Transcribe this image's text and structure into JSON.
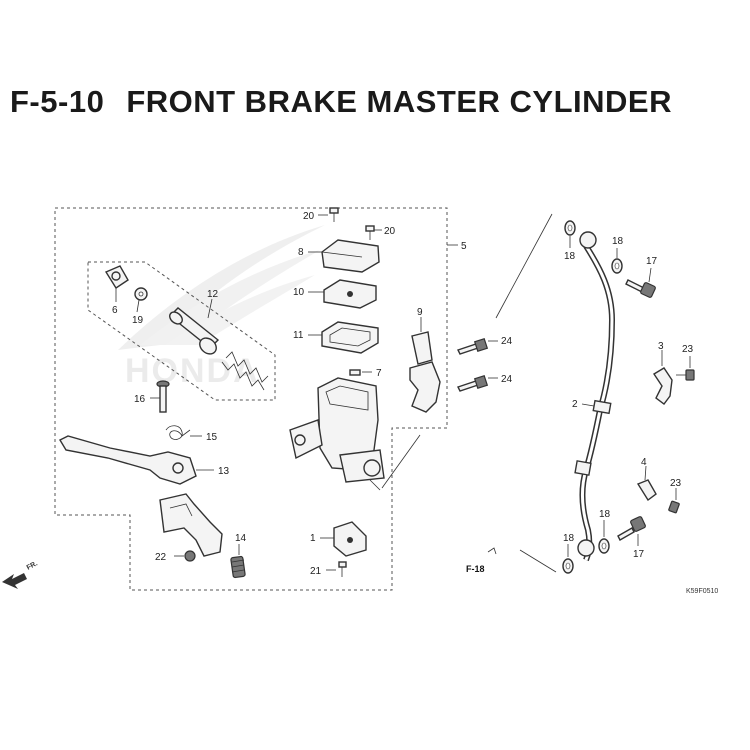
{
  "diagram": {
    "code": "F-5-10",
    "title": "FRONT BRAKE MASTER CYLINDER",
    "watermark": "HONDA",
    "reference": "F-18",
    "direction_label": "FR.",
    "drawing_number": "K59F0510"
  },
  "callouts": {
    "c1": "1",
    "c2": "2",
    "c3": "3",
    "c4": "4",
    "c5": "5",
    "c6": "6",
    "c7": "7",
    "c8": "8",
    "c9": "9",
    "c10": "10",
    "c11": "11",
    "c12": "12",
    "c13": "13",
    "c14": "14",
    "c15": "15",
    "c16": "16",
    "c17a": "17",
    "c17b": "17",
    "c18a": "18",
    "c18b": "18",
    "c18c": "18",
    "c18d": "18",
    "c19": "19",
    "c20a": "20",
    "c20b": "20",
    "c21": "21",
    "c22": "22",
    "c23a": "23",
    "c23b": "23",
    "c24a": "24",
    "c24b": "24"
  },
  "colors": {
    "line": "#333333",
    "fill": "#f4f4f4",
    "watermark": "#d9d9d9"
  }
}
